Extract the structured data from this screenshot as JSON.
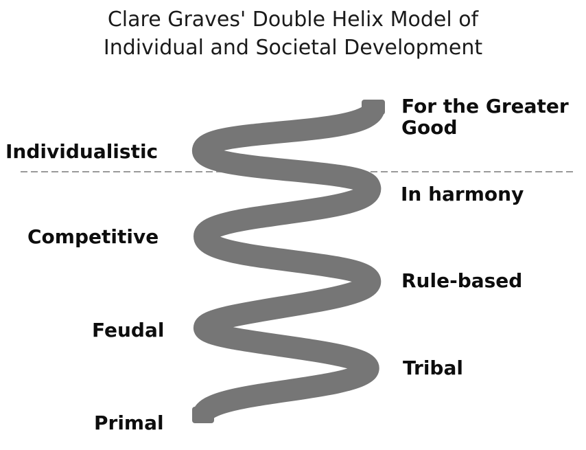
{
  "title": {
    "line1": "Clare Graves' Double Helix Model of",
    "line2": "Individual and Societal Development"
  },
  "colors": {
    "helix": "#767676",
    "divider": "#999999",
    "text": "#0d0d0d"
  },
  "stages_left": [
    {
      "label": "Individualistic"
    },
    {
      "label": "Competitive"
    },
    {
      "label": "Feudal"
    },
    {
      "label": "Primal"
    }
  ],
  "stages_right": [
    {
      "label": "For the Greater Good"
    },
    {
      "label": "In harmony"
    },
    {
      "label": "Rule-based"
    },
    {
      "label": "Tribal"
    }
  ]
}
